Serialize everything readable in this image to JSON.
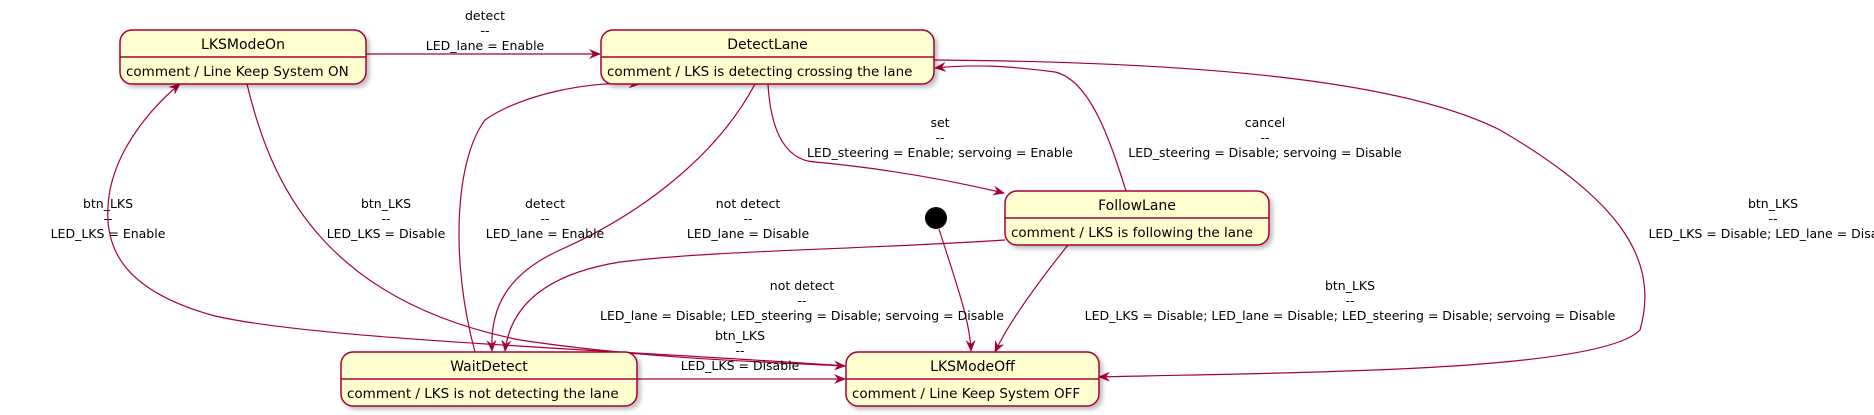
{
  "colors": {
    "line": "#A80036",
    "fill": "#FEFECE",
    "border": "#A80036"
  },
  "states": [
    {
      "id": "lksmodeon",
      "name": "LKSModeOn",
      "body": "comment / Line Keep System ON"
    },
    {
      "id": "detectlane",
      "name": "DetectLane",
      "body": "comment / LKS is detecting crossing the lane"
    },
    {
      "id": "followlane",
      "name": "FollowLane",
      "body": "comment / LKS is following the lane"
    },
    {
      "id": "waitdetect",
      "name": "WaitDetect",
      "body": "comment / LKS is not detecting the lane"
    },
    {
      "id": "lksmodeoff",
      "name": "LKSModeOff",
      "body": "comment / Line Keep System OFF"
    }
  ],
  "initial_state": {
    "target": "lksmodeoff"
  },
  "transitions": [
    {
      "id": "on-to-detect",
      "from": "lksmodeon",
      "to": "detectlane",
      "lines": [
        "detect",
        "--",
        "LED_lane = Enable"
      ]
    },
    {
      "id": "detect-to-follow",
      "from": "detectlane",
      "to": "followlane",
      "lines": [
        "set",
        "--",
        "LED_steering = Enable; servoing = Enable"
      ]
    },
    {
      "id": "follow-to-detect",
      "from": "followlane",
      "to": "detectlane",
      "lines": [
        "cancel",
        "--",
        "LED_steering = Disable; servoing = Disable"
      ]
    },
    {
      "id": "detect-to-off",
      "from": "detectlane",
      "to": "lksmodeoff",
      "lines": [
        "btn_LKS",
        "--",
        "LED_LKS = Disable; LED_lane = Disable"
      ]
    },
    {
      "id": "off-to-on",
      "from": "lksmodeoff",
      "to": "lksmodeon",
      "lines": [
        "btn_LKS",
        "--",
        "LED_LKS = Enable"
      ]
    },
    {
      "id": "on-to-off",
      "from": "lksmodeon",
      "to": "lksmodeoff",
      "lines": [
        "btn_LKS",
        "--",
        "LED_LKS = Disable"
      ]
    },
    {
      "id": "wait-to-detect",
      "from": "waitdetect",
      "to": "detectlane",
      "lines": [
        "detect",
        "--",
        "LED_lane = Enable"
      ]
    },
    {
      "id": "detect-to-wait",
      "from": "detectlane",
      "to": "waitdetect",
      "lines": [
        "not detect",
        "--",
        "LED_lane = Disable"
      ]
    },
    {
      "id": "follow-to-wait",
      "from": "followlane",
      "to": "waitdetect",
      "lines": [
        "not detect",
        "--",
        "LED_lane = Disable; LED_steering = Disable; servoing = Disable"
      ]
    },
    {
      "id": "follow-to-off",
      "from": "followlane",
      "to": "lksmodeoff",
      "lines": [
        "btn_LKS",
        "--",
        "LED_LKS = Disable; LED_lane = Disable; LED_steering = Disable; servoing = Disable"
      ]
    },
    {
      "id": "wait-to-off",
      "from": "waitdetect",
      "to": "lksmodeoff",
      "lines": [
        "btn_LKS",
        "--",
        "LED_LKS = Disable"
      ]
    }
  ]
}
